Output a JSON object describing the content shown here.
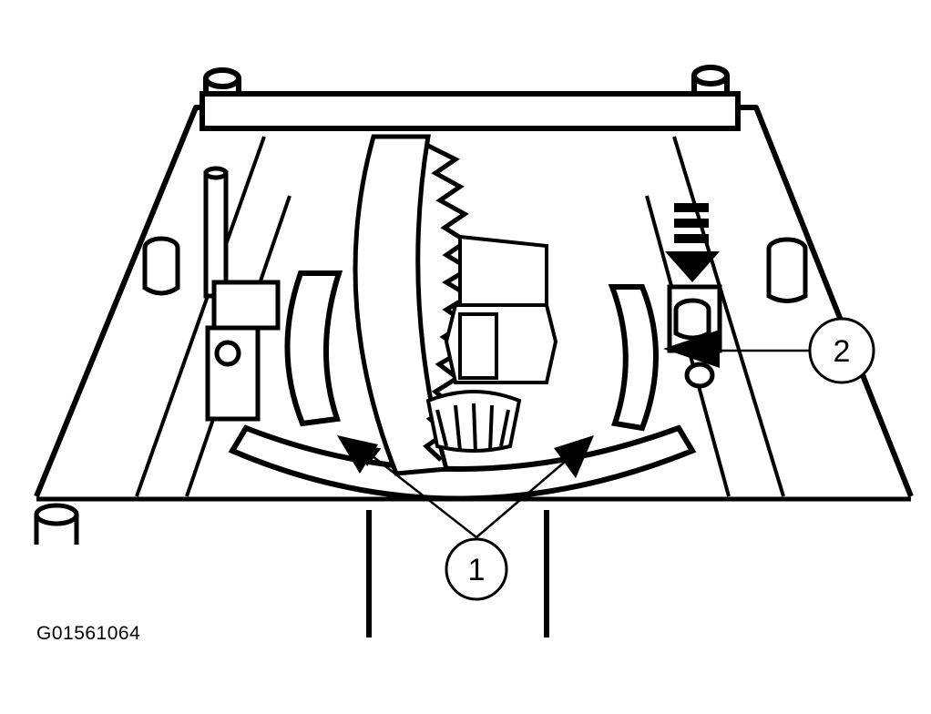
{
  "figure": {
    "code": "G01561064",
    "callouts": [
      {
        "id": "1",
        "label": "1"
      },
      {
        "id": "2",
        "label": "2"
      }
    ]
  },
  "colors": {
    "ink": "#000000",
    "paper": "#ffffff"
  }
}
